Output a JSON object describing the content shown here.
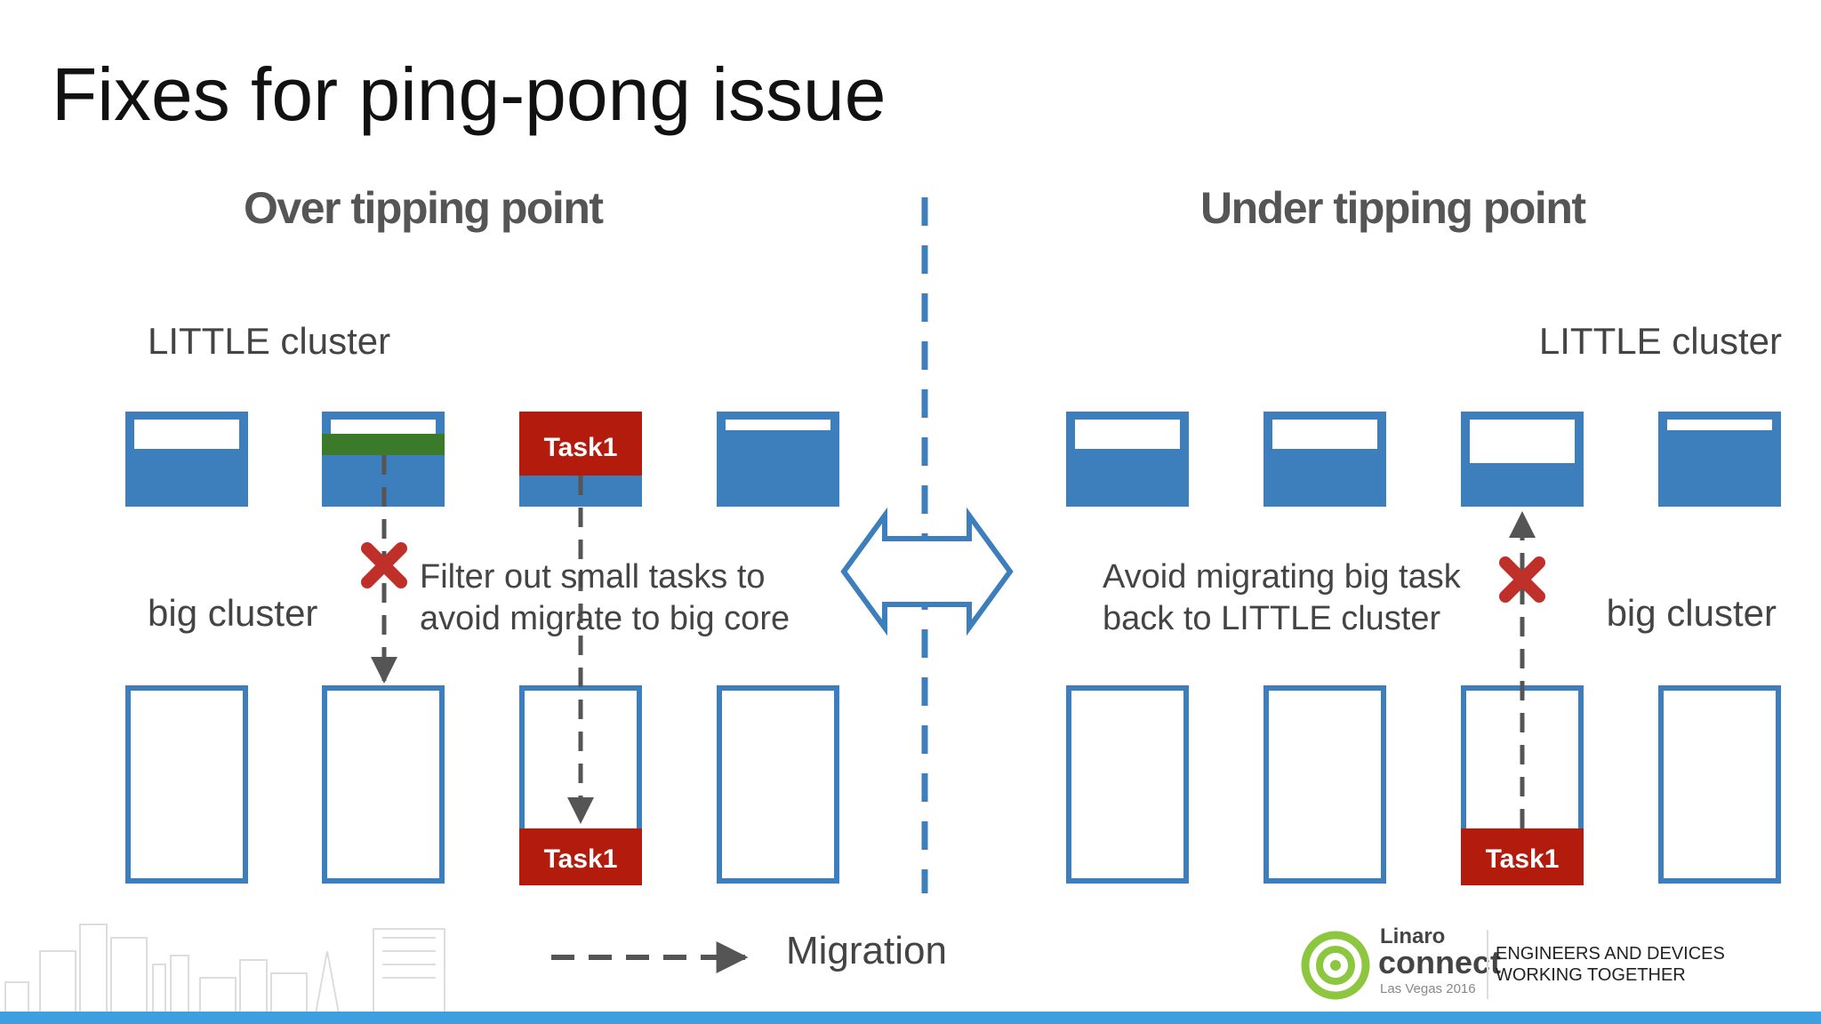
{
  "slide": {
    "title": "Fixes for ping-pong issue",
    "left_heading": "Over tipping point",
    "right_heading": "Under tipping point"
  },
  "left": {
    "little_label": "LITTLE cluster",
    "big_label": "big cluster",
    "note_line1": "Filter out small tasks to",
    "note_line2": "avoid migrate to big core",
    "task_top": "Task1",
    "task_bottom": "Task1"
  },
  "right": {
    "little_label": "LITTLE cluster",
    "big_label": "big cluster",
    "note_line1": "Avoid migrating big task",
    "note_line2": "back to LITTLE cluster",
    "task_bottom": "Task1"
  },
  "legend": {
    "label": "Migration"
  },
  "branding": {
    "brand": "Linaro",
    "product": "connect",
    "event": "Las Vegas 2016",
    "tagline_line1": "ENGINEERS AND DEVICES",
    "tagline_line2": "WORKING TOGETHER"
  },
  "colors": {
    "core_blue": "#3d7fbd",
    "task_red": "#b31b0c",
    "small_task_green": "#3b7a2a",
    "arrow_gray": "#555555",
    "footer_blue": "#3d9fe0",
    "logo_green": "#8dc63f"
  },
  "icons": [
    "double-arrow-icon",
    "cross-icon",
    "migration-arrow-icon",
    "linaro-logo-icon",
    "skyline-icon"
  ]
}
